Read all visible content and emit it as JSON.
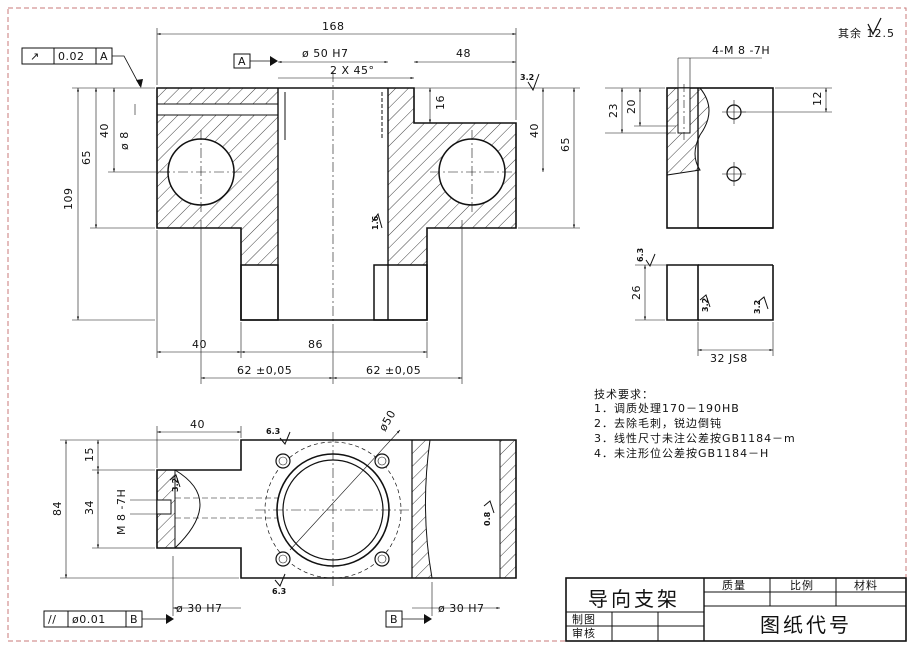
{
  "drawing": {
    "border_color": "#c97a7a",
    "line_color": "#111111",
    "general_roughness": "其余 12.5",
    "front_view": {
      "overall_width": "168",
      "bore_dim": "ø 50 H7",
      "chamfer": "2 X 45°",
      "right_width": "48",
      "overall_height": "109",
      "height_65_left": "65",
      "height_40_left": "40",
      "hole_dia": "ø 8",
      "height_16": "16",
      "height_40_right": "40",
      "height_65_right": "65",
      "bottom_40": "40",
      "bottom_86": "86",
      "span_left": "62 ±0,05",
      "span_right": "62 ±0,05",
      "rough_bore": "1.6",
      "rough_top": "3.2"
    },
    "datum_a_label": "A",
    "datum_b_label": "B",
    "gtol_top": {
      "symbol": "↗",
      "value": "0.02",
      "datum": "A"
    },
    "gtol_bottom": {
      "symbol": "//",
      "value": "ø0.01",
      "datum": "B"
    },
    "side_view": {
      "thread": "4-M 8 -7H",
      "dim_23": "23",
      "dim_20": "20",
      "dim_12": "12",
      "dim_26": "26",
      "slot_width": "32 JS8",
      "rough_a": "6.3",
      "rough_b": "3.2",
      "rough_c": "3.2"
    },
    "top_view": {
      "dim_40": "40",
      "dim_50": "ø50",
      "dim_15": "15",
      "dim_84": "84",
      "dim_34": "34",
      "thread_side": "M 8 -7H",
      "bore_left": "ø 30 H7",
      "bore_right": "ø 30 H7",
      "rough_a": "6.3",
      "rough_b": "6.3",
      "rough_c": "3.2",
      "rough_d": "0.8"
    },
    "tech_requirements": {
      "title": "技术要求：",
      "items": [
        "1．调质处理170－190HB",
        "2．去除毛刺，锐边倒钝",
        "3．线性尺寸未注公差按GB1184－m",
        "4．未注形位公差按GB1184－H"
      ]
    },
    "title_block": {
      "part_name": "导向支架",
      "quality": "质量",
      "scale": "比例",
      "material": "材料",
      "draw": "制图",
      "check": "审核",
      "drawing_no": "图纸代号"
    }
  }
}
